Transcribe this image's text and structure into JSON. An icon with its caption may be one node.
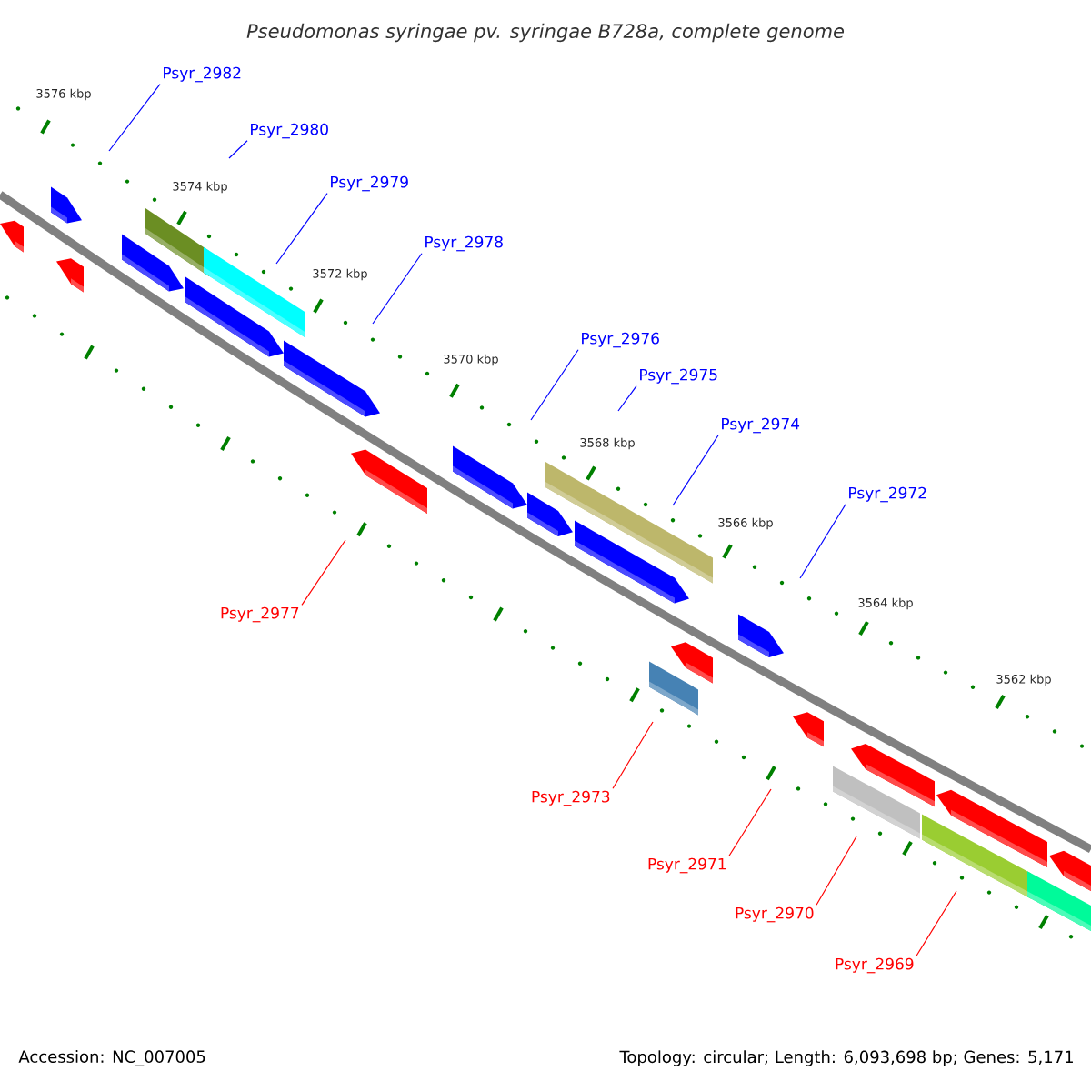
{
  "diagram": {
    "title": "Pseudomonas syringae pv. syringae B728a, complete genome",
    "nodes": [
      {
        "text": [
          "Psyr_2982"
        ]
      },
      {
        "text": [
          "Psyr_2980"
        ]
      },
      {
        "text": [
          "Psyr_2979"
        ]
      },
      {
        "text": [
          "Psyr_2978"
        ]
      },
      {
        "text": [
          "Psyr_2976"
        ]
      },
      {
        "text": [
          "Psyr_2975"
        ]
      },
      {
        "text": [
          "Psyr_2974"
        ]
      },
      {
        "text": [
          "Psyr_2972"
        ]
      },
      {
        "text": [
          "Psyr_2977"
        ]
      },
      {
        "text": [
          "Psyr_2973"
        ]
      },
      {
        "text": [
          "Psyr_2971"
        ]
      },
      {
        "text": [
          "Psyr_2970"
        ]
      },
      {
        "text": [
          "Psyr_2969"
        ]
      }
    ],
    "edges": [
      {
        "from": 0,
        "to": null,
        "arrow": "none"
      },
      {
        "from": 1,
        "to": null,
        "arrow": "none"
      },
      {
        "from": 2,
        "to": null,
        "arrow": "none"
      },
      {
        "from": 3,
        "to": null,
        "arrow": "none"
      },
      {
        "from": 4,
        "to": null,
        "arrow": "none"
      },
      {
        "from": 5,
        "to": null,
        "arrow": "none"
      },
      {
        "from": 6,
        "to": null,
        "arrow": "none"
      },
      {
        "from": 7,
        "to": null,
        "arrow": "none"
      },
      {
        "from": 8,
        "to": null,
        "arrow": "none",
        "color": "#ff0000"
      },
      {
        "from": 9,
        "to": null,
        "arrow": "none",
        "color": "#ff0000"
      },
      {
        "from": 10,
        "to": null,
        "arrow": "none",
        "color": "#ff0000"
      },
      {
        "from": 11,
        "to": null,
        "arrow": "none",
        "color": "#ff0000"
      },
      {
        "from": 12,
        "to": null,
        "arrow": "none",
        "color": "#ff0000"
      }
    ],
    "labels": [
      "3576 kbp",
      "3574 kbp",
      "3572 kbp",
      "3570 kbp",
      "3568 kbp",
      "3566 kbp",
      "3564 kbp",
      "3562 kbp",
      "Accession: NC_007005",
      "Topology: circular; Length: 6,093,698 bp; Genes: 5,171"
    ]
  }
}
